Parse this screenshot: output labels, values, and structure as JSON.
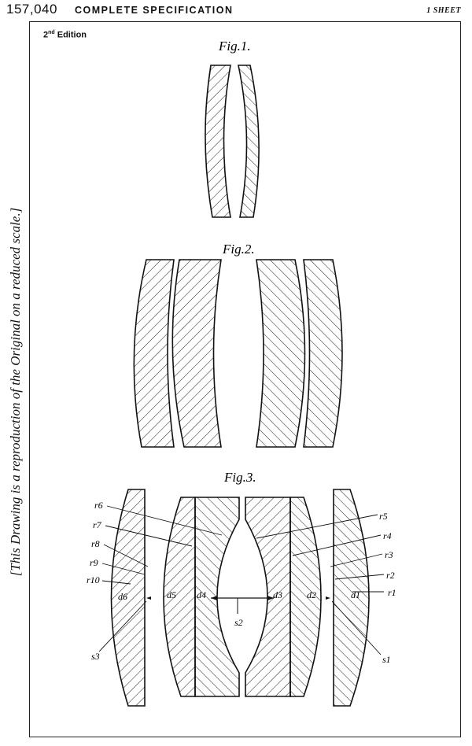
{
  "header": {
    "number": "157,040",
    "title": "COMPLETE SPECIFICATION",
    "sheet": "1 SHEET"
  },
  "edition": {
    "ordinal": "2",
    "suffix": "nd",
    "word": "Edition"
  },
  "side_note": "[This Drawing is a reproduction of the Original on a reduced scale.]",
  "figures": {
    "fig1": "Fig.1.",
    "fig2": "Fig.2.",
    "fig3": "Fig.3."
  },
  "fig3_labels": {
    "r1": "r1",
    "r2": "r2",
    "r3": "r3",
    "r4": "r4",
    "r5": "r5",
    "r6": "r6",
    "r7": "r7",
    "r8": "r8",
    "r9": "r9",
    "r10": "r10",
    "d1": "d1",
    "d2": "d2",
    "d3": "d3",
    "d4": "d4",
    "d5": "d5",
    "d6": "d6",
    "s1": "s1",
    "s2": "s2",
    "s3": "s3"
  }
}
